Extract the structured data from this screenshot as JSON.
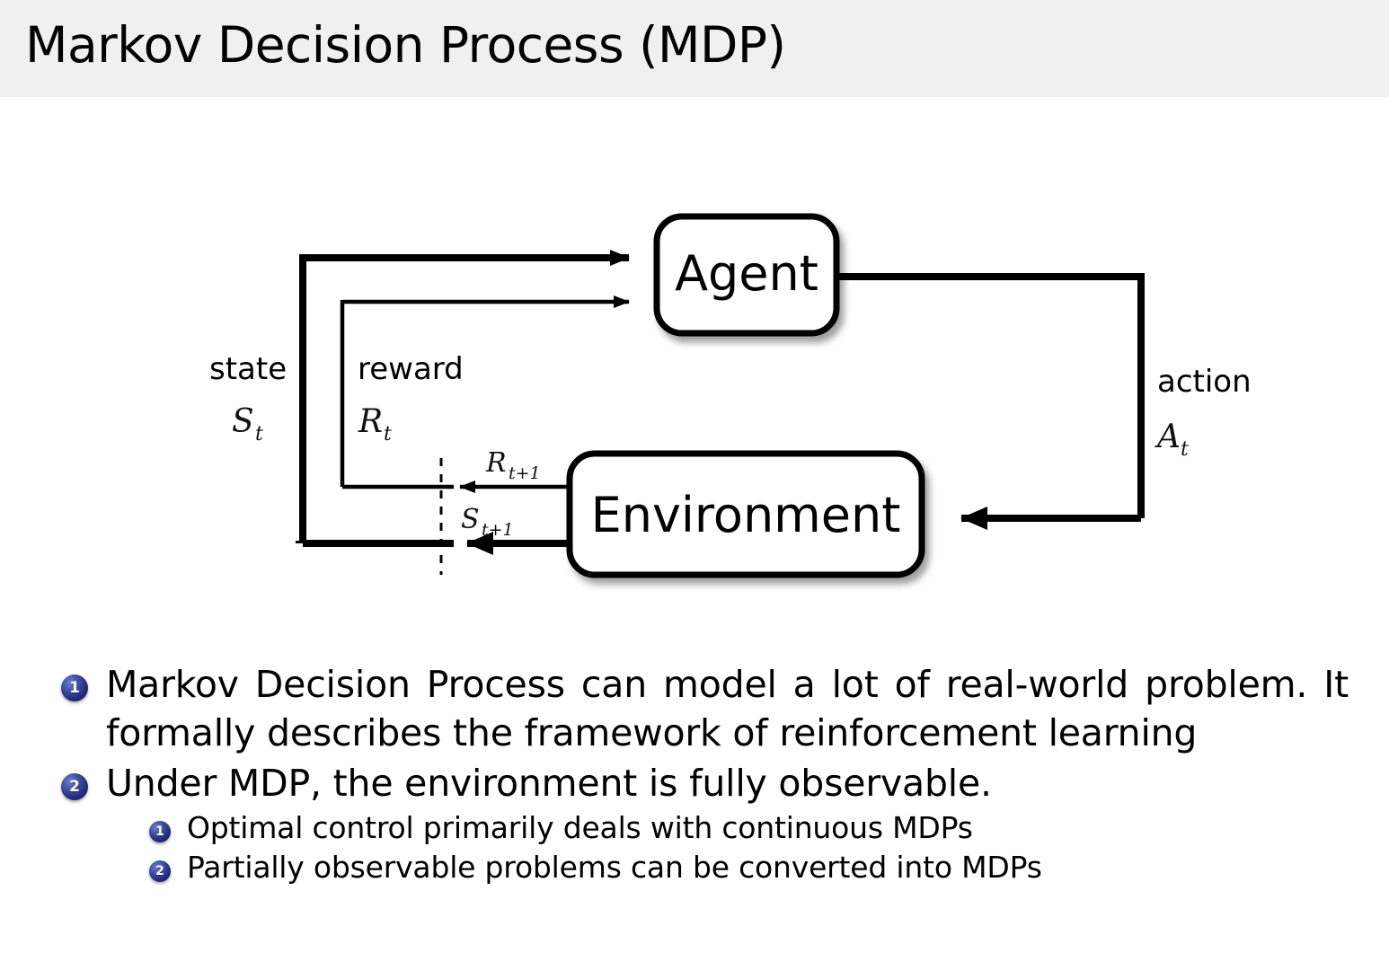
{
  "slide": {
    "title": "Markov Decision Process (MDP)",
    "header_bg": "#f0f0f0",
    "accent_color": "#1c2475"
  },
  "diagram": {
    "name": "agent-environment-interaction-loop",
    "boxes": [
      {
        "id": "agent",
        "label": "Agent"
      },
      {
        "id": "environment",
        "label": "Environment"
      }
    ],
    "edge_labels": {
      "state_word": "state",
      "state_symbol": "S",
      "state_symbol_sub": "t",
      "reward_word": "reward",
      "reward_symbol": "R",
      "reward_symbol_sub": "t",
      "action_word": "action",
      "action_symbol": "A",
      "action_symbol_sub": "t",
      "next_reward_symbol": "R",
      "next_reward_sub": "t+1",
      "next_state_symbol": "S",
      "next_state_sub": "t+1"
    }
  },
  "bullets": [
    {
      "number": "1",
      "level": 1,
      "text": "Markov Decision Process can model a lot of real-world problem. It formally describes the framework of reinforcement learning"
    },
    {
      "number": "2",
      "level": 1,
      "text": "Under MDP, the environment is fully observable."
    },
    {
      "number": "1",
      "level": 2,
      "text": "Optimal control primarily deals with continuous MDPs"
    },
    {
      "number": "2",
      "level": 2,
      "text": "Partially observable problems can be converted into MDPs"
    }
  ]
}
